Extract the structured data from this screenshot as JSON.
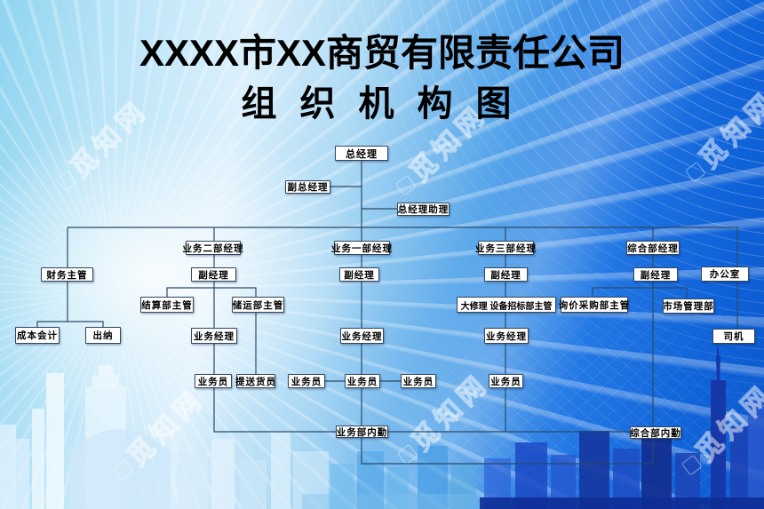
{
  "title": {
    "company": "XXXX市XX商贸有限责任公司",
    "subtitle": "组织机构图"
  },
  "watermark": {
    "text": "觅知网"
  },
  "colors": {
    "connector": "#2a4a68",
    "box_border": "#31465e",
    "box_bg": "#ffffff",
    "box_text": "#000000",
    "title_text": "#000000",
    "bg_light": "#dcf0fc",
    "bg_deep": "#0c58ce"
  },
  "org": {
    "gm": {
      "label": "总经理",
      "reports_to": ""
    },
    "deputy_gm": {
      "label": "副总经理",
      "reports_to": "总经理"
    },
    "gm_assistant": {
      "label": "总经理助理",
      "reports_to": "总经理"
    },
    "finance_supervisor": {
      "label": "财务主管",
      "reports_to": "总经理"
    },
    "dept2_manager": {
      "label": "业务二部经理",
      "reports_to": "总经理"
    },
    "dept1_manager": {
      "label": "业务一部经理",
      "reports_to": "总经理"
    },
    "dept3_manager": {
      "label": "业务三部经理",
      "reports_to": "总经理"
    },
    "general_dept_manager": {
      "label": "综合部经理",
      "reports_to": "总经理"
    },
    "office": {
      "label": "办公室",
      "reports_to": "总经理"
    },
    "dept2_deputy": {
      "label": "副经理",
      "reports_to": "业务二部经理"
    },
    "dept1_deputy": {
      "label": "副经理",
      "reports_to": "业务一部经理"
    },
    "dept3_deputy": {
      "label": "副经理",
      "reports_to": "业务三部经理"
    },
    "general_deputy": {
      "label": "副经理",
      "reports_to": "综合部经理"
    },
    "settlement_supervisor": {
      "label": "结算部主管",
      "reports_to": "业务二部副经理"
    },
    "storage_supervisor": {
      "label": "储运部主管",
      "reports_to": "业务二部副经理"
    },
    "overhaul_bidding_supervisor": {
      "label": "大修理 设备招标部主管",
      "reports_to": "业务三部副经理"
    },
    "inquiry_procurement_supervisor": {
      "label": "询价采购部主管",
      "reports_to": "综合部副经理"
    },
    "market_management_dept": {
      "label": "市场管理部",
      "reports_to": "综合部副经理"
    },
    "cost_accountant": {
      "label": "成本会计",
      "reports_to": "财务主管"
    },
    "cashier": {
      "label": "出纳",
      "reports_to": "财务主管"
    },
    "dept2_business_manager": {
      "label": "业务经理",
      "reports_to": "业务二部副经理"
    },
    "dept1_business_manager": {
      "label": "业务经理",
      "reports_to": "业务一部副经理"
    },
    "dept3_business_manager": {
      "label": "业务经理",
      "reports_to": "业务三部副经理"
    },
    "driver": {
      "label": "司机",
      "reports_to": "办公室"
    },
    "dept2_salesman": {
      "label": "业务员",
      "reports_to": "业务二部业务经理"
    },
    "delivery_staff": {
      "label": "提送货员",
      "reports_to": "储运部主管"
    },
    "dept1_salesman_a": {
      "label": "业务员",
      "reports_to": "业务一部业务经理"
    },
    "dept1_salesman_b": {
      "label": "业务员",
      "reports_to": "业务一部业务经理"
    },
    "dept1_salesman_c": {
      "label": "业务员",
      "reports_to": "业务一部业务经理"
    },
    "dept3_salesman": {
      "label": "业务员",
      "reports_to": "业务三部业务经理"
    },
    "business_dept_clerk": {
      "label": "业务部内勤",
      "reports_to": "业务部"
    },
    "general_dept_clerk": {
      "label": "综合部内勤",
      "reports_to": "综合部"
    }
  }
}
